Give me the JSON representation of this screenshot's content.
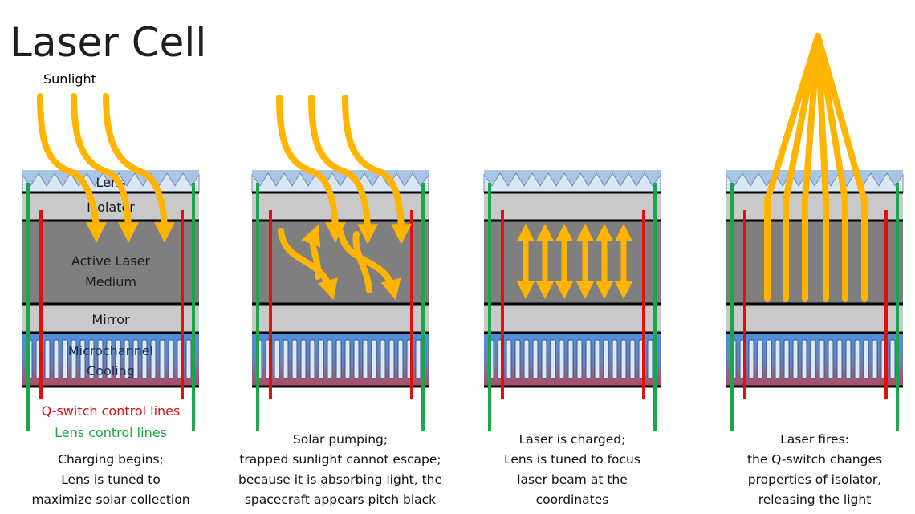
{
  "title": "Laser Cell",
  "labels": {
    "sunlight": "Sunlight",
    "lens": "Lens",
    "isolator": "Isolator",
    "active_line1": "Active Laser",
    "active_line2": "Medium",
    "mirror": "Mirror",
    "microchannel": "Microchannel",
    "cooling": "Cooling"
  },
  "legend": {
    "q_switch": "Q-switch control lines",
    "lens_control": "Lens control lines"
  },
  "captions": [
    [
      "Charging begins;",
      "Lens is tuned to",
      "maximize solar collection"
    ],
    [
      "Solar pumping;",
      "trapped sunlight cannot escape;",
      "because it is absorbing light, the",
      "spacecraft appears pitch black"
    ],
    [
      "Laser is charged;",
      "Lens is tuned to focus",
      "laser beam at the",
      "coordinates"
    ],
    [
      "Laser fires:",
      "the Q-switch changes",
      "properties of isolator,",
      "releasing the light"
    ]
  ],
  "colors": {
    "sunlight_arrows": "#ffb400",
    "q_switch_lines": "#e01010",
    "lens_control_lines": "#1aa64a",
    "active_medium": "#7f7f7f",
    "isolator_mirror": "#c9c9c9",
    "lens": "#a8c4e8"
  }
}
